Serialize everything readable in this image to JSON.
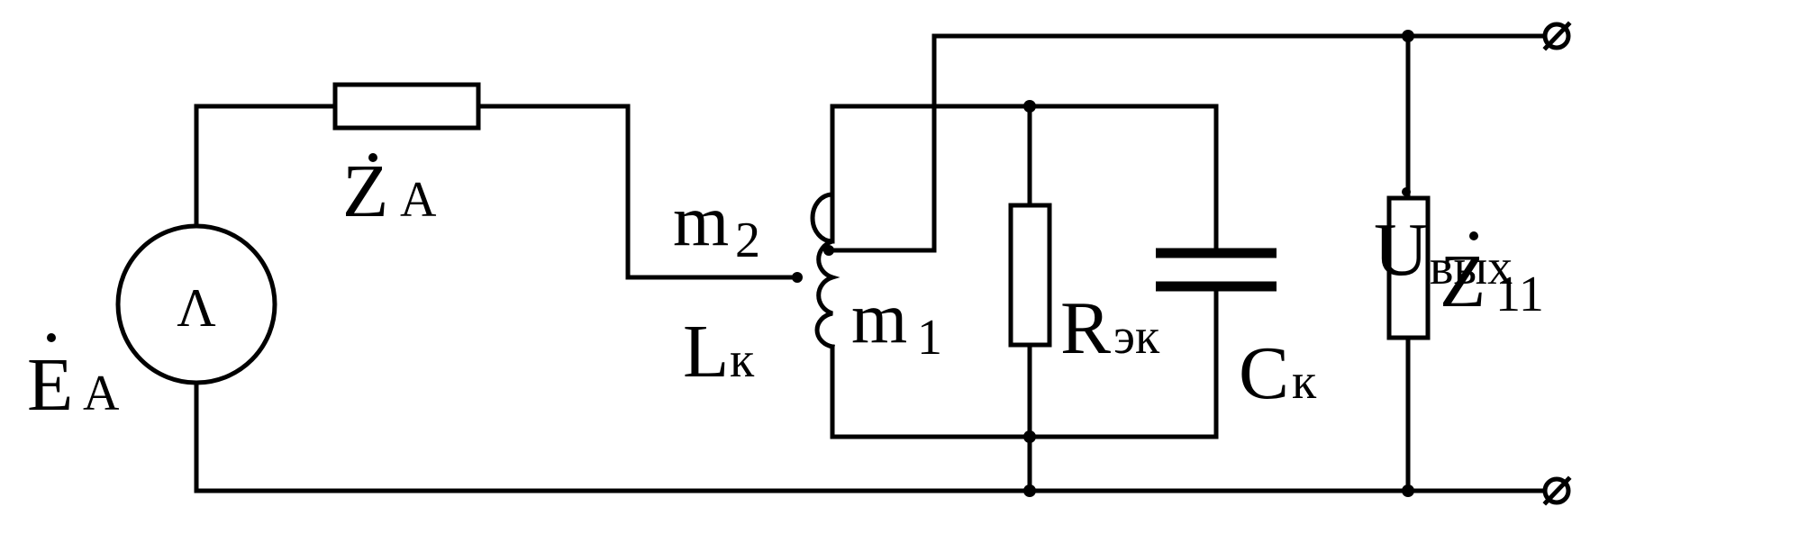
{
  "labels": {
    "source": {
      "text": "E",
      "subscript": "A"
    },
    "source_impedance": {
      "text": "Z",
      "subscript": "A"
    },
    "inductor": {
      "text": "L",
      "subscript": "к"
    },
    "tap_upper": {
      "text": "m",
      "subscript": "2"
    },
    "tap_lower": {
      "text": "m",
      "subscript": "1"
    },
    "resistor": {
      "text": "R",
      "subscript": "эк"
    },
    "capacitor": {
      "text": "C",
      "subscript": "к"
    },
    "load": {
      "text": "Z",
      "subscript": "11"
    },
    "output": {
      "text": "U",
      "subscript": "вых"
    }
  },
  "source_symbol": "Λ",
  "terminal_symbol": "⌀"
}
